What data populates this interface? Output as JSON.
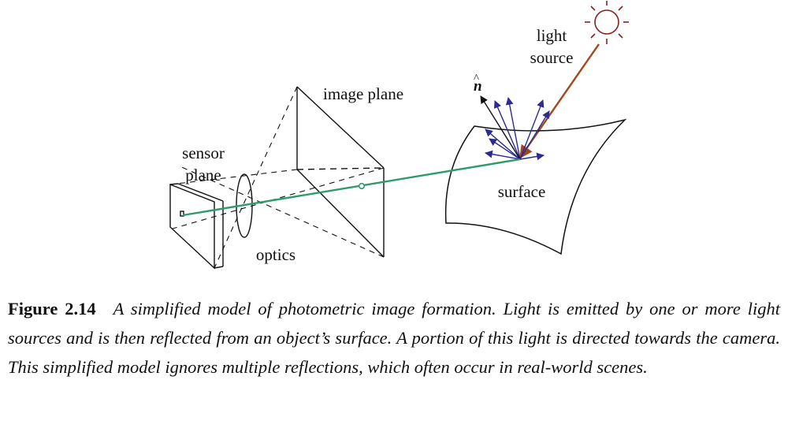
{
  "labels": {
    "light_source_1": "light",
    "light_source_2": "source",
    "normal": "n",
    "image_plane": "image plane",
    "sensor_plane_1": "sensor",
    "sensor_plane_2": "plane",
    "surface": "surface",
    "optics": "optics"
  },
  "caption": {
    "number": "Figure 2.14",
    "text": "A simplified model of photometric image formation. Light is emitted by one or more light sources and is then reflected from an object’s surface. A portion of this light is directed towards the camera. This simplified model ignores multiple reflections, which often occur in real-world scenes."
  },
  "colors": {
    "ray": "#2e9b6a",
    "incident": "#a3461a",
    "reflected": "#2b2c8f",
    "sun": "#8a1f1f",
    "line": "#111111"
  }
}
